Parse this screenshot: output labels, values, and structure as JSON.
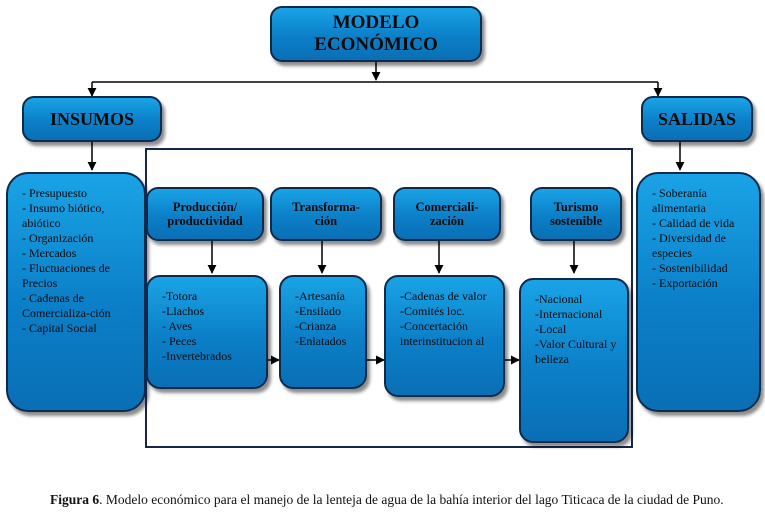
{
  "top": {
    "line1": "MODELO",
    "line2": "ECONÓMICO"
  },
  "insumos": {
    "title": "INSUMOS",
    "items": [
      "Presupuesto",
      "Insumo biótico, abiótico",
      "Organización",
      "Mercados",
      "Fluctuaciones de Precios",
      "Cadenas de Comercializa-ción",
      "Capital Social"
    ]
  },
  "salidas": {
    "title": "SALIDAS",
    "items": [
      "Soberanía alimentaria",
      "Calidad de vida",
      "Diversidad de especies",
      "Sostenibilidad",
      "Exportación"
    ]
  },
  "stages": [
    {
      "line1": "Producción/",
      "line2": "productividad",
      "items": [
        "-Totora",
        "-Llachos",
        "- Aves",
        "- Peces",
        "-Invertebrados"
      ]
    },
    {
      "line1": "Transforma-",
      "line2": "ción",
      "items": [
        "-Artesanía",
        "-Ensilado",
        "-Crianza",
        "-Enlatados"
      ]
    },
    {
      "line1": "Comerciali-",
      "line2": "zación",
      "items": [
        "-Cadenas de valor",
        "-Comités loc.",
        "-Concertación interinstitucion al"
      ]
    },
    {
      "line1": "Turismo",
      "line2": "sostenible",
      "items": [
        "-Nacional",
        "-Internacional",
        "-Local",
        "-Valor Cultural y belleza"
      ]
    }
  ],
  "caption": {
    "label": "Figura 6",
    "text": ". Modelo económico para el manejo de la lenteja de agua de la bahía interior del lago Titicaca de la ciudad de Puno."
  }
}
